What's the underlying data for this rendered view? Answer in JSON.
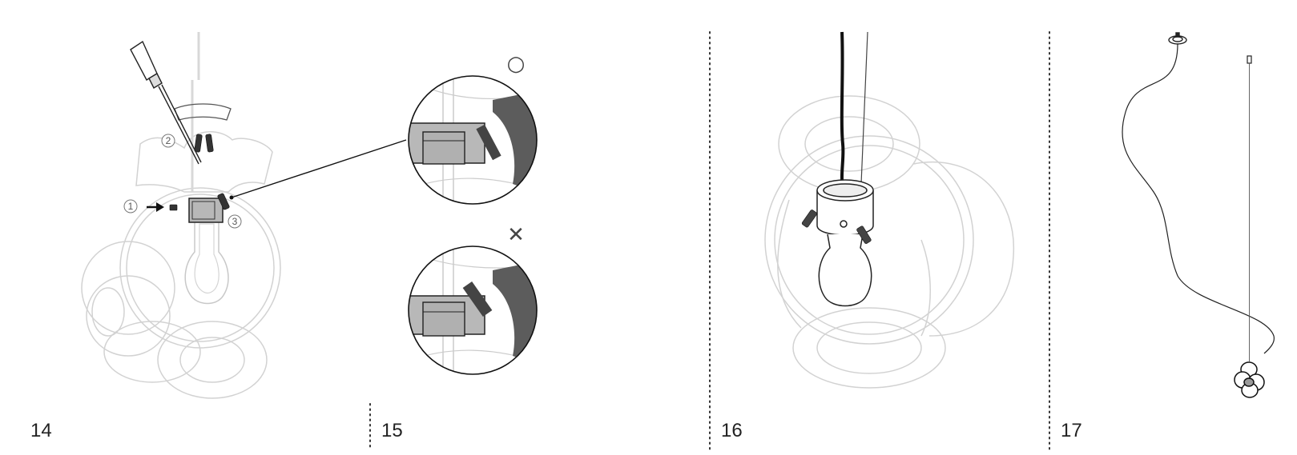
{
  "steps": [
    {
      "number": "14"
    },
    {
      "number": "15"
    },
    {
      "number": "16"
    },
    {
      "number": "17"
    }
  ],
  "callouts": [
    "1",
    "2",
    "3"
  ],
  "marks": {
    "correct": "○",
    "incorrect": "✕"
  },
  "colors": {
    "line": "#222222",
    "faded": "#cfcfcf",
    "metal": "#b5b5b5",
    "shade": "#5a5a5a",
    "divider": "#333333"
  },
  "icons": [
    "screwdriver-icon",
    "arrow-right-icon",
    "set-screw-icon"
  ]
}
